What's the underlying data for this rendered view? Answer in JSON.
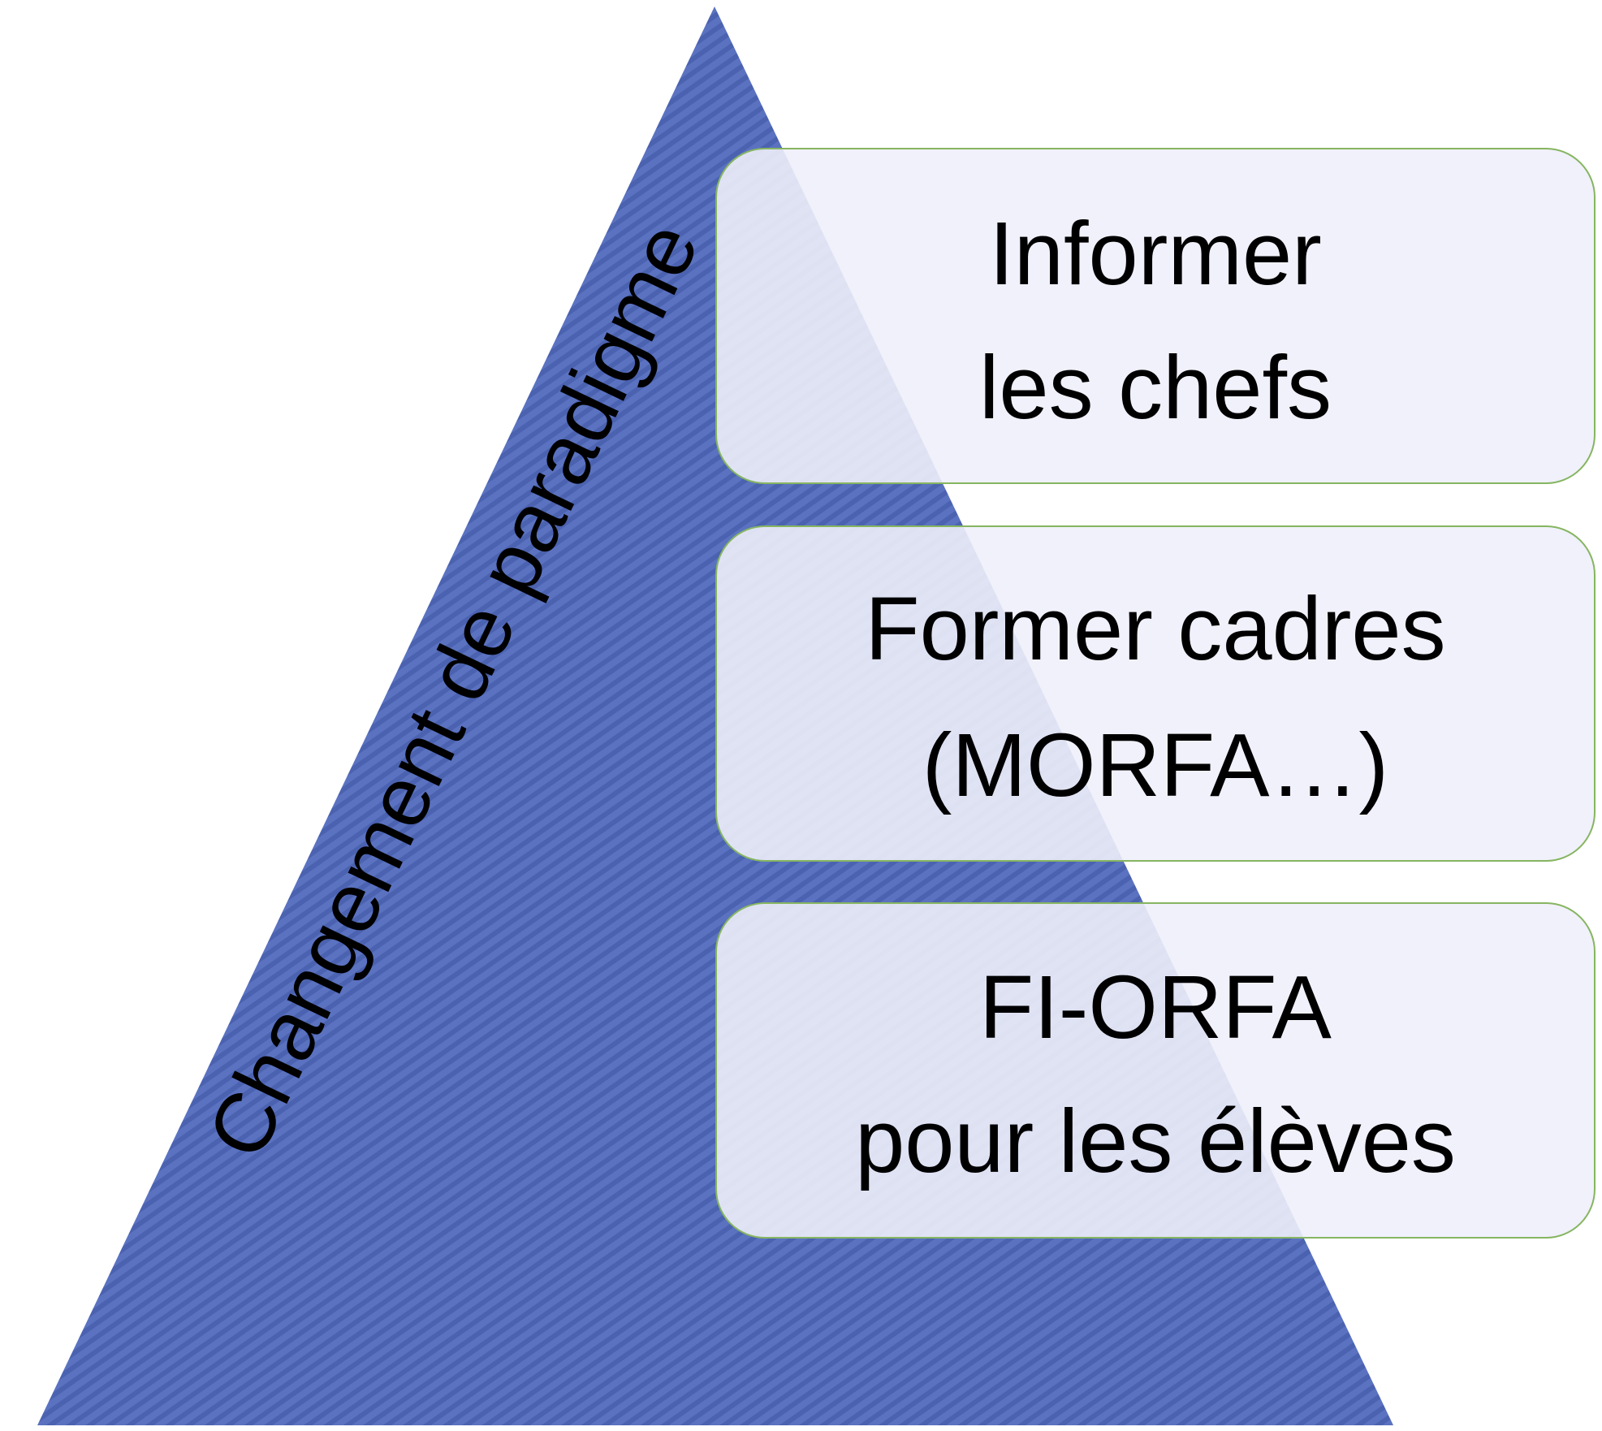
{
  "colors": {
    "pyramid_fill": "#5a72c0",
    "pyramid_stripe": "#4b62b0",
    "box_fill": "#eef0f9",
    "box_stroke": "#86b561"
  },
  "side_label": "Changement de paradigme",
  "boxes": [
    {
      "line1": "Informer",
      "line2": "les chefs"
    },
    {
      "line1": "Former cadres",
      "line2": "(MORFA…)"
    },
    {
      "line1": "FI-ORFA",
      "line2": "pour les élèves"
    }
  ]
}
